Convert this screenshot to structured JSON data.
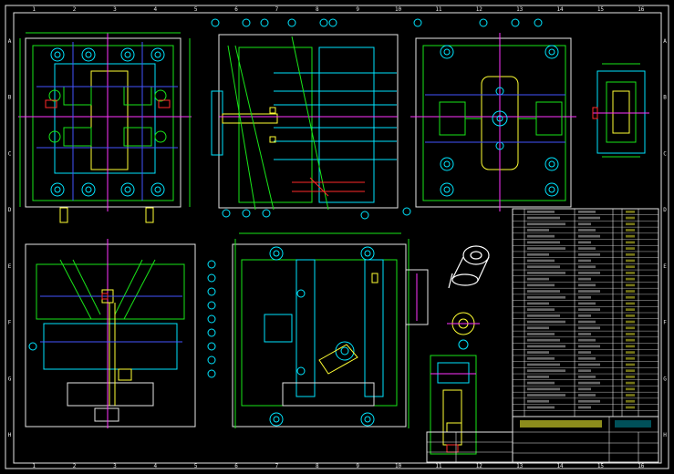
{
  "colors": {
    "background": "#000000",
    "border": "#e6e6e6",
    "cyan": "#00e5ff",
    "green": "#19e619",
    "yellow": "#ffff33",
    "magenta": "#ff33ff",
    "red": "#ff2a2a",
    "blue": "#4455ff",
    "white": "#ffffff"
  },
  "frame": {
    "column_numbers": [
      "1",
      "2",
      "3",
      "4",
      "5",
      "6",
      "7",
      "8",
      "9",
      "10",
      "11",
      "12",
      "13",
      "14",
      "15",
      "16"
    ],
    "row_letters": [
      "A",
      "B",
      "C",
      "D",
      "E",
      "F",
      "G",
      "H"
    ]
  }
}
